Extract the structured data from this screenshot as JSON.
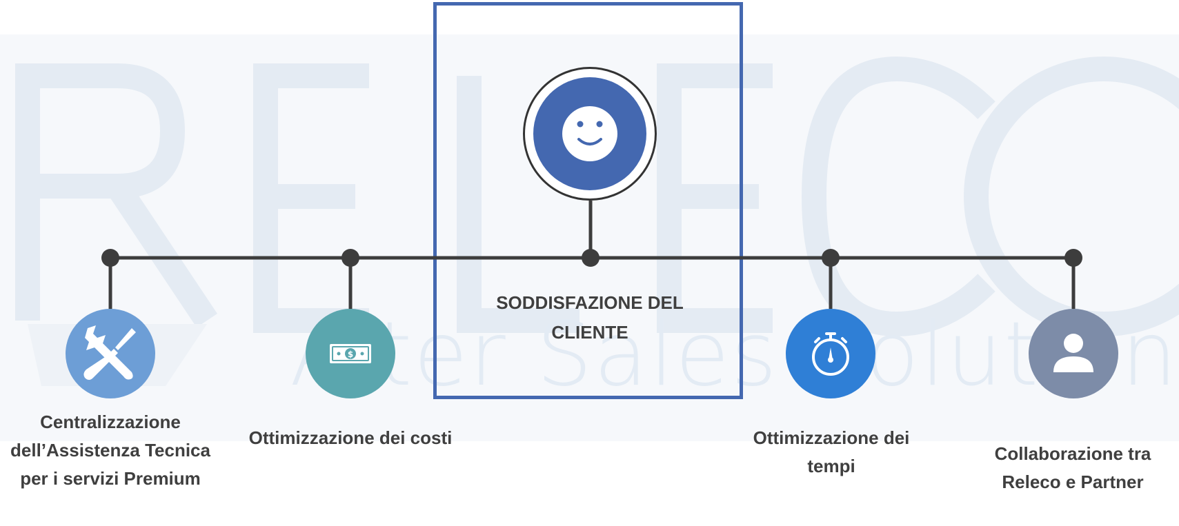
{
  "watermark": {
    "text": "Alter Sales Solutions"
  },
  "center": {
    "title": "SODDISFAZIONE DEL CLIENTE",
    "icon": "smiley-face-icon",
    "color": "#4468b0"
  },
  "items": [
    {
      "label": "Centralizzazione dell’Assistenza Tecnica per i servizi Premium",
      "icon": "wrench-screwdriver-icon",
      "color": "#6d9ed6"
    },
    {
      "label": "Ottimizzazione dei costi",
      "icon": "banknote-icon",
      "color": "#5aa6ae"
    },
    {
      "label": "Ottimizzazione dei tempi",
      "icon": "stopwatch-icon",
      "color": "#2f7fd6"
    },
    {
      "label": "Collaborazione tra Releco e Partner",
      "icon": "user-icon",
      "color": "#7d8ca8"
    }
  ]
}
